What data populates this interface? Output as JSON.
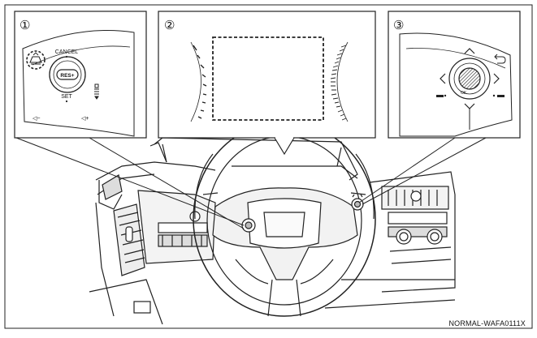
{
  "figure": {
    "code": "NORMAL-WAFA0111X"
  },
  "panels": [
    {
      "number": "①"
    },
    {
      "number": "②"
    },
    {
      "number": "③"
    }
  ],
  "left_switch": {
    "cancel_label": "CANCEL",
    "reset_label": "RES+",
    "set_label": "SET",
    "vol_down_label": "◁−",
    "vol_up_label": "◁+"
  },
  "right_switch": {
    "ok_label": "OK",
    "back_label": "⮌"
  },
  "icons": [
    "intelligent-cruise-icon",
    "distance-bars-icon",
    "back-arrow-icon",
    "up-arrow-icon",
    "down-arrow-icon",
    "left-arrow-icon",
    "right-arrow-icon",
    "ok-dial-icon"
  ]
}
